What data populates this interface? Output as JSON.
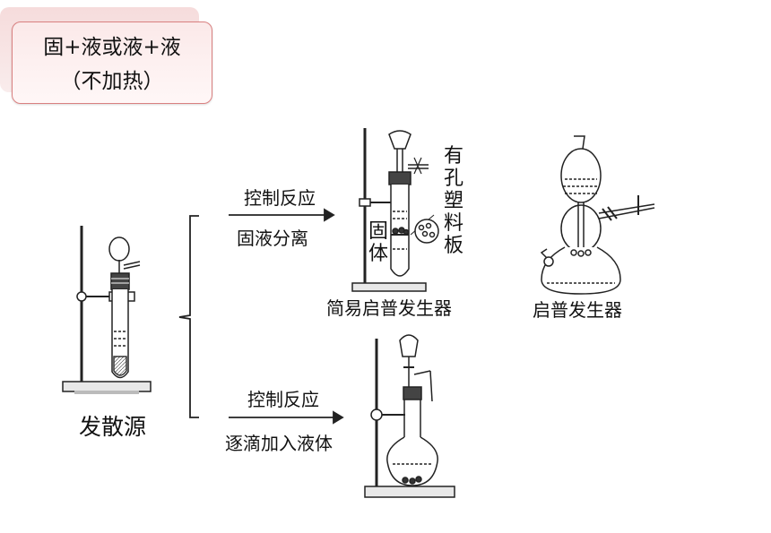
{
  "title": {
    "line1": "固+液或液+液",
    "line2": "（不加热）"
  },
  "source_label": "发散源",
  "top_branch": {
    "arrow_line1": "控制反应",
    "arrow_line2": "固液分离"
  },
  "bottom_branch": {
    "arrow_line1": "控制反应",
    "arrow_line2": "逐滴加入液体"
  },
  "simple_kipp": {
    "caption": "简易启普发生器",
    "solid_label": [
      "固",
      "体"
    ],
    "plate_label": [
      "有",
      "孔",
      "塑",
      "料",
      "板"
    ]
  },
  "kipp": {
    "caption": "启普发生器"
  }
}
